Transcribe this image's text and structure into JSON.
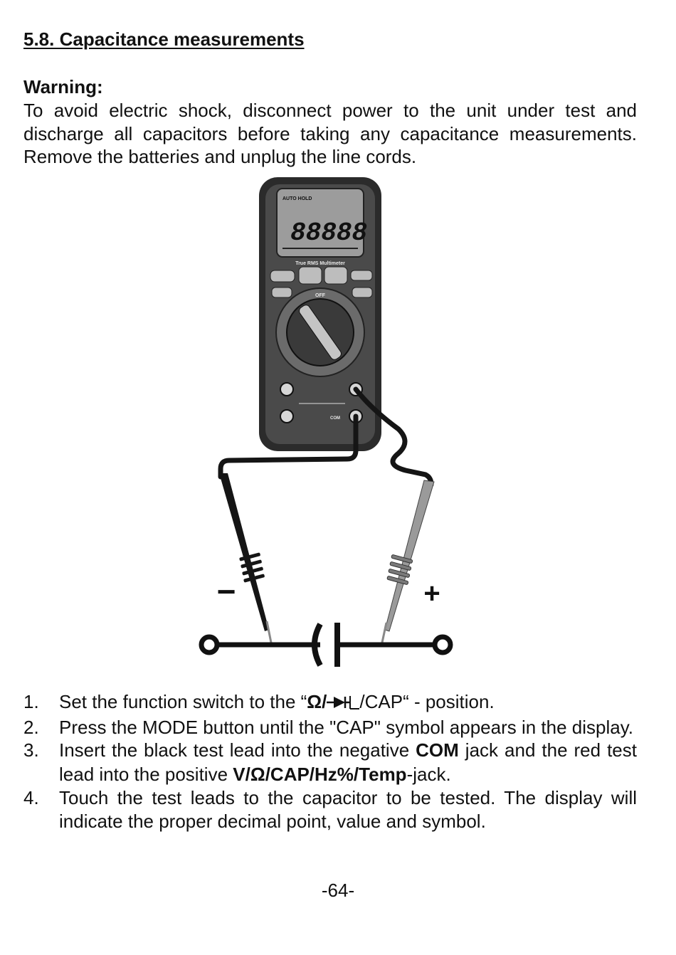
{
  "section": {
    "heading": "5.8. Capacitance measurements"
  },
  "warning": {
    "title": "Warning:",
    "text": "To avoid electric shock, disconnect power to the unit under test and discharge all capacitors before taking any capacitance measurements. Remove the batteries and unplug the line cords."
  },
  "figure": {
    "lcd_indicators": "AUTO  HOLD",
    "lcd_digits": "88888",
    "meter_label": "True RMS Multimeter",
    "dial_off": "OFF",
    "jack_com": "COM",
    "negative_sign": "−",
    "positive_sign": "+"
  },
  "steps": [
    {
      "number": "1.",
      "before": "Set the function switch to the “",
      "bold": "Ω",
      "after": "/CAP“ - position."
    },
    {
      "number": "2.",
      "text": "Press the MODE button until the \"CAP\" symbol appears in the display."
    },
    {
      "number": "3.",
      "part1": "Insert the black test lead into the negative ",
      "bold1": "COM",
      "part2": " jack and the red test lead into the positive ",
      "bold2": "V/Ω/CAP/Hz%/Temp",
      "part3": "-jack."
    },
    {
      "number": "4.",
      "text": "Touch the test leads to the capacitor to be tested. The display will indicate the proper decimal point, value and symbol."
    }
  ],
  "footer": {
    "page_number": "-64-"
  }
}
